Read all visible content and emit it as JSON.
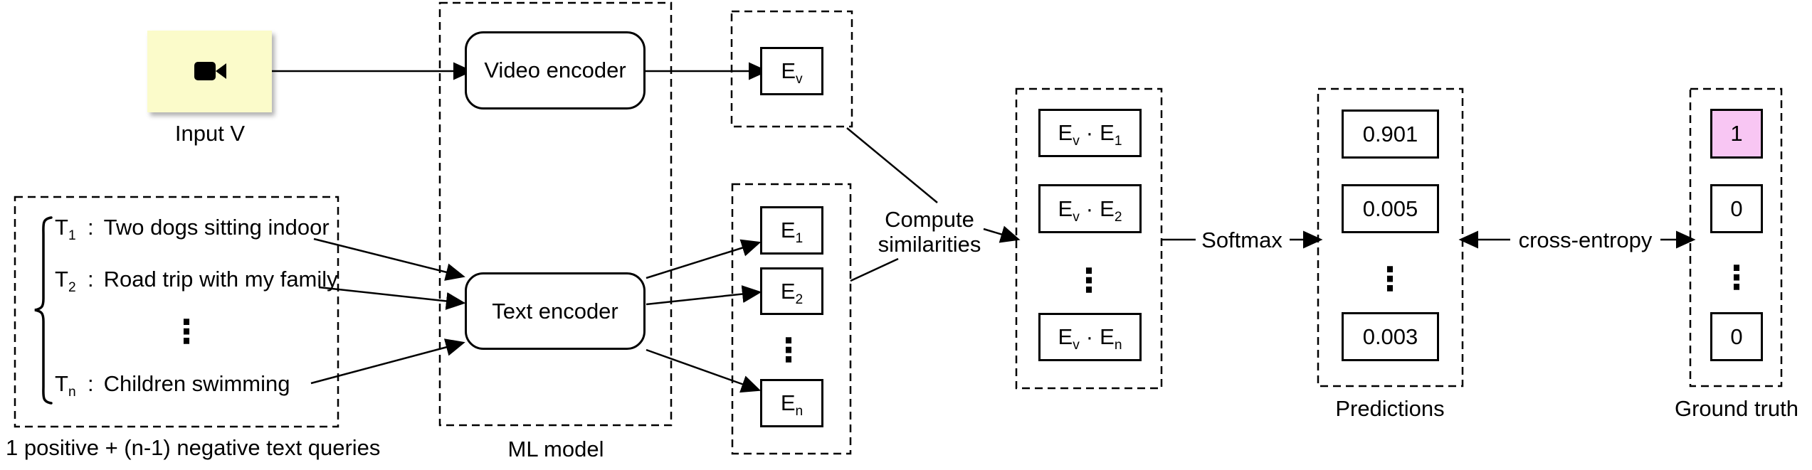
{
  "colors": {
    "input_fill": "#FBFBCA",
    "positive_fill": "#F8C6F3",
    "line": "#000000"
  },
  "input": {
    "label": "Input V"
  },
  "queries": {
    "rows": [
      {
        "base": "T",
        "sub": "1",
        "colon": ":",
        "text": "Two dogs sitting indoor"
      },
      {
        "base": "T",
        "sub": "2",
        "colon": ":",
        "text": "Road trip with my family"
      },
      {
        "base": "T",
        "sub": "n",
        "colon": ":",
        "text": "Children swimming"
      }
    ],
    "ellipsis": "⋮",
    "caption": "1 positive + (n-1) negative text queries"
  },
  "ml_model": {
    "label": "ML model",
    "video_encoder": "Video encoder",
    "text_encoder": "Text encoder"
  },
  "embeddings": {
    "video": {
      "base": "E",
      "sub": "v"
    },
    "text": [
      {
        "base": "E",
        "sub": "1"
      },
      {
        "base": "E",
        "sub": "2"
      },
      {
        "base": "E",
        "sub": "n"
      }
    ],
    "ellipsis": "⋮"
  },
  "similarity": {
    "label_line1": "Compute",
    "label_line2": "similarities",
    "items": [
      {
        "a_base": "E",
        "a_sub": "v",
        "dot": "·",
        "b_base": "E",
        "b_sub": "1"
      },
      {
        "a_base": "E",
        "a_sub": "v",
        "dot": "·",
        "b_base": "E",
        "b_sub": "2"
      },
      {
        "a_base": "E",
        "a_sub": "v",
        "dot": "·",
        "b_base": "E",
        "b_sub": "n"
      }
    ],
    "ellipsis": "⋮"
  },
  "softmax": {
    "label": "Softmax"
  },
  "predictions": {
    "label": "Predictions",
    "values": [
      "0.901",
      "0.005",
      "0.003"
    ],
    "ellipsis": "⋮"
  },
  "cross_entropy": {
    "label": "cross-entropy"
  },
  "ground_truth": {
    "label": "Ground truth",
    "values": [
      "1",
      "0",
      "0"
    ],
    "ellipsis": "⋮"
  }
}
